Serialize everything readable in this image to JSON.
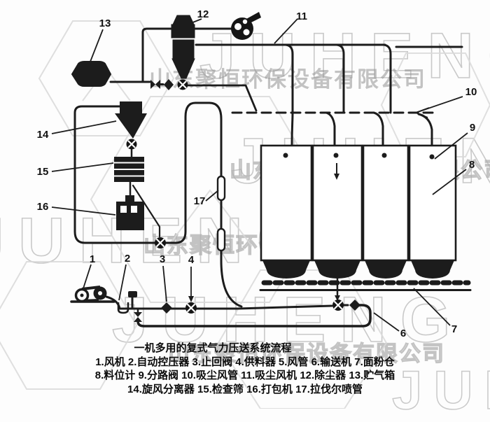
{
  "watermark": {
    "brand": "JUHENG",
    "company": "山东聚恒环保设备有限公司"
  },
  "caption": {
    "title": "一机多用的复式气力压送系统流程",
    "line1": "1.风机 2.自动控压器 3.止回阀 4.供料器 5.风管 6.输送机 7.面粉仓",
    "line2": "8.料位计 9.分路阀 10.吸尘风管 11.吸尘风机 12.除尘器 13.贮气箱",
    "line3": "14.旋风分离器 15.检查筛 16.打包机 17.拉伐尔喷管"
  },
  "legend": [
    {
      "num": "1",
      "name": "风机"
    },
    {
      "num": "2",
      "name": "自动控压器"
    },
    {
      "num": "3",
      "name": "止回阀"
    },
    {
      "num": "4",
      "name": "供料器"
    },
    {
      "num": "5",
      "name": "风管"
    },
    {
      "num": "6",
      "name": "输送机"
    },
    {
      "num": "7",
      "name": "面粉仓"
    },
    {
      "num": "8",
      "name": "料位计"
    },
    {
      "num": "9",
      "name": "分路阀"
    },
    {
      "num": "10",
      "name": "吸尘风管"
    },
    {
      "num": "11",
      "name": "吸尘风机"
    },
    {
      "num": "12",
      "name": "除尘器"
    },
    {
      "num": "13",
      "name": "贮气箱"
    },
    {
      "num": "14",
      "name": "旋风分离器"
    },
    {
      "num": "15",
      "name": "检查筛"
    },
    {
      "num": "16",
      "name": "打包机"
    },
    {
      "num": "17",
      "name": "拉伐尔喷管"
    }
  ],
  "labels": {
    "l1": "1",
    "l2": "2",
    "l3": "3",
    "l4": "4",
    "l6": "6",
    "l7": "7",
    "l8": "8",
    "l9": "9",
    "l10": "10",
    "l11": "11",
    "l12": "12",
    "l13": "13",
    "l14": "14",
    "l15": "15",
    "l16": "16",
    "l17": "17"
  },
  "colors": {
    "ink": "#1c1c1c",
    "watermark_gray": "#c9c9c9",
    "background": "#fdfdfd"
  }
}
